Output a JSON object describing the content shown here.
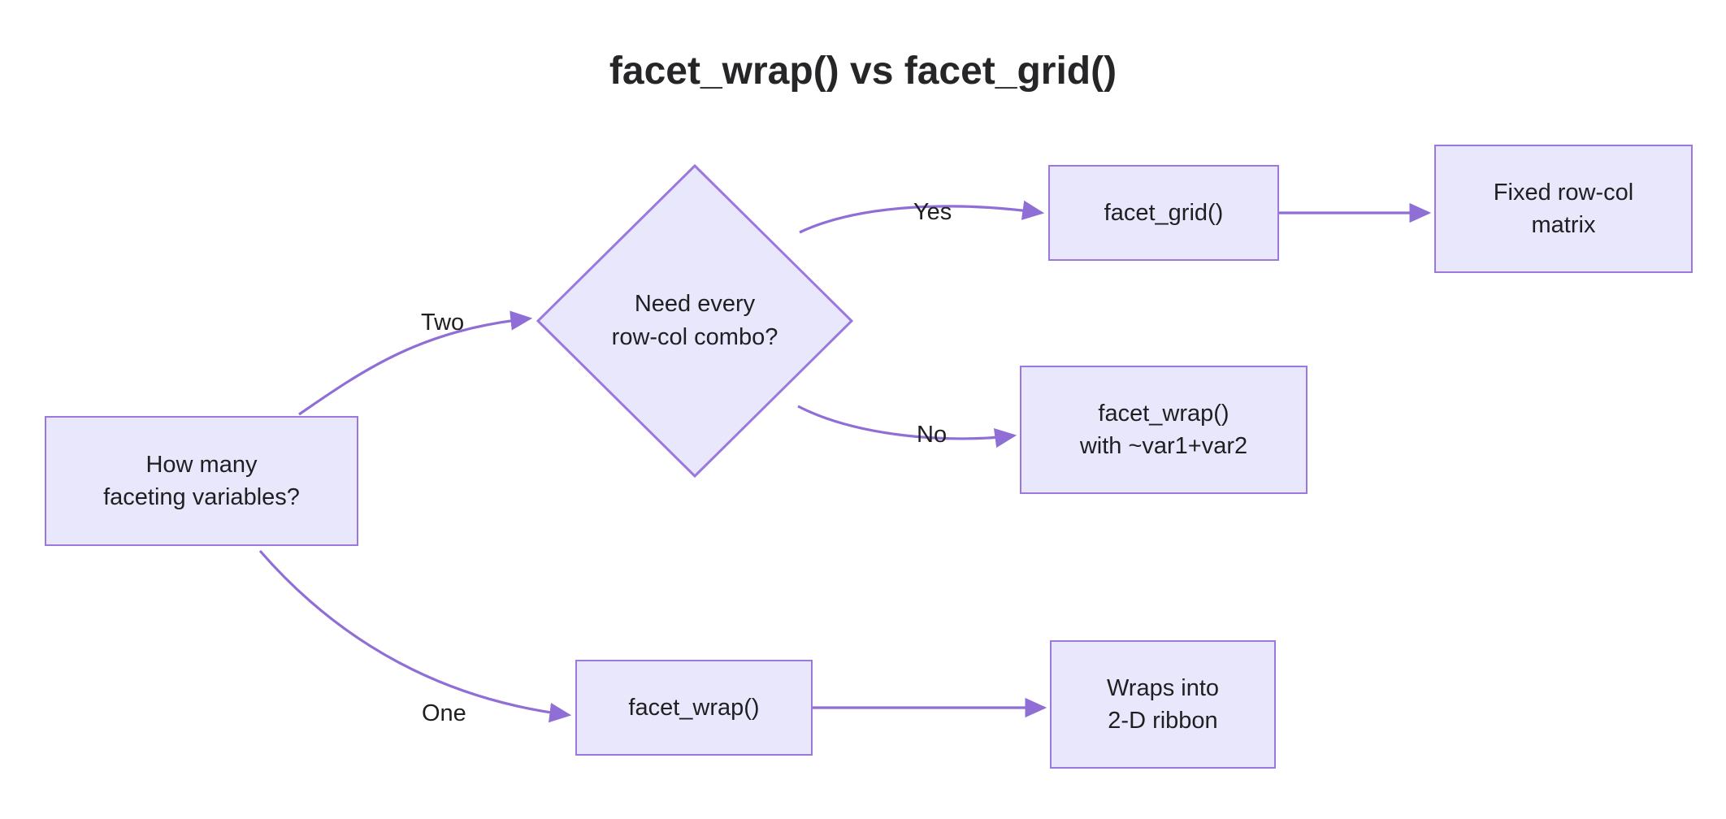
{
  "diagram": {
    "title": "facet_wrap() vs facet_grid()",
    "colors": {
      "node_fill": "#e9e7fb",
      "node_border": "#9a78dd",
      "edge_stroke": "#8f6fd6",
      "text": "#1f1f22",
      "background": "#ffffff"
    },
    "nodes": {
      "start": {
        "label": "How many\nfaceting variables?",
        "shape": "rectangle"
      },
      "decision": {
        "label": "Need every\nrow-col combo?",
        "shape": "diamond"
      },
      "facet_grid": {
        "label": "facet_grid()",
        "shape": "rectangle"
      },
      "fixed_matrix": {
        "label": "Fixed row-col\nmatrix",
        "shape": "rectangle"
      },
      "facet_wrap_two": {
        "label": "facet_wrap()\nwith ~var1+var2",
        "shape": "rectangle"
      },
      "facet_wrap_one": {
        "label": "facet_wrap()",
        "shape": "rectangle"
      },
      "ribbon": {
        "label": "Wraps into\n2-D ribbon",
        "shape": "rectangle"
      }
    },
    "edges": [
      {
        "id": "start-to-decision",
        "label": "Two",
        "from": "start",
        "to": "decision"
      },
      {
        "id": "decision-to-facet-grid",
        "label": "Yes",
        "from": "decision",
        "to": "facet_grid"
      },
      {
        "id": "decision-to-facet-wrap-two",
        "label": "No",
        "from": "decision",
        "to": "facet_wrap_two"
      },
      {
        "id": "start-to-facet-wrap-one",
        "label": "One",
        "from": "start",
        "to": "facet_wrap_one"
      },
      {
        "id": "facet-grid-to-fixed-matrix",
        "label": "",
        "from": "facet_grid",
        "to": "fixed_matrix"
      },
      {
        "id": "facet-wrap-one-to-ribbon",
        "label": "",
        "from": "facet_wrap_one",
        "to": "ribbon"
      }
    ]
  }
}
